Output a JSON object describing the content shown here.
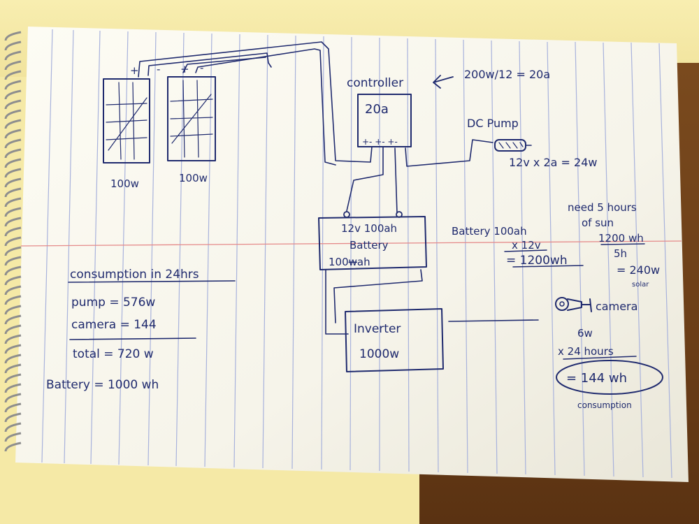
{
  "diagram": {
    "panels": {
      "panel1_label": "100w",
      "panel2_label": "100w",
      "plus1": "+",
      "minus1": "-",
      "plus2": "+",
      "minus2": "-"
    },
    "controller": {
      "title": "controller",
      "rating": "20a",
      "terminals": "+- +- +-",
      "calc": "200w/12 = 20a"
    },
    "pump": {
      "title": "DC Pump",
      "calc": "12v x 2a = 24w"
    },
    "battery": {
      "line1": "12v 100ah",
      "line2": "Battery",
      "line3": "100",
      "line3_struck": "w",
      "line3_end": "ah"
    },
    "battery_calc": {
      "line1": "Battery 100ah",
      "line2": "x 12v",
      "line3": "= 1200wh"
    },
    "sun_calc": {
      "line1": "need 5 hours",
      "line2": "of sun",
      "line3": "1200 wh",
      "line4": "5h",
      "line5": "= 240w",
      "line6": "solar"
    },
    "inverter": {
      "line1": "Inverter",
      "line2": "1000w"
    },
    "camera": {
      "title": "camera",
      "power": "6w",
      "hours": "x 24 hours",
      "total": "= 144 wh",
      "note": "consumption"
    },
    "consumption": {
      "title": "consumption in 24hrs",
      "pump": "pump = 576w",
      "camera": "camera = 144",
      "total": "total = 720 w",
      "battery": "Battery = 1000 wh"
    }
  },
  "colors": {
    "ink": "#1f2a6e",
    "paper": "#fbfaf2",
    "rule": "#9aa6d6",
    "margin_line": "#e58a8a"
  }
}
